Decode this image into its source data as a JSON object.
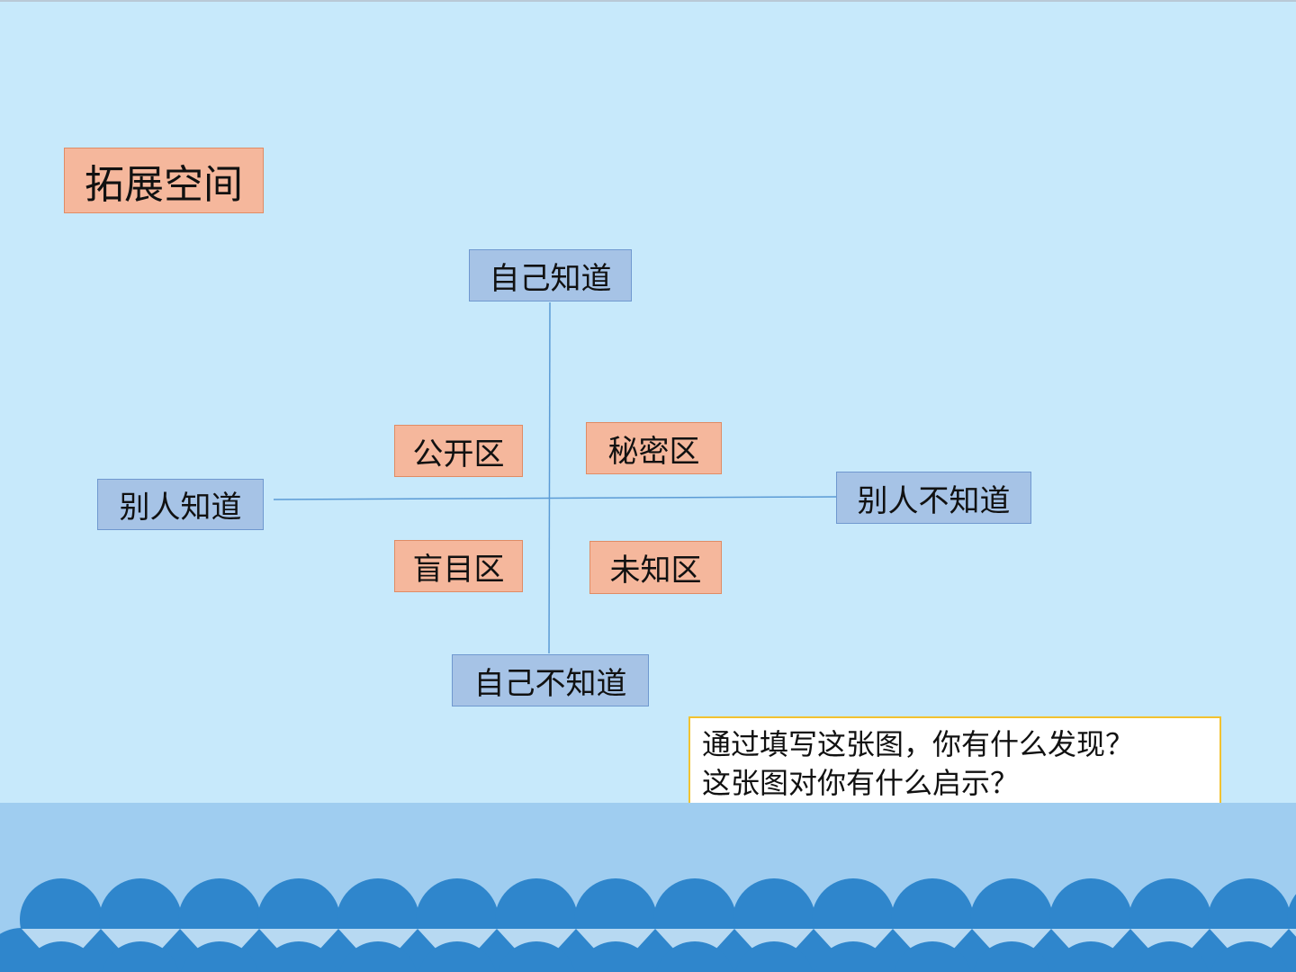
{
  "title": "拓展空间",
  "axis_labels": {
    "top": "自己知道",
    "bottom": "自己不知道",
    "left": "别人知道",
    "right": "别人不知道"
  },
  "zones": {
    "top_left": "公开区",
    "top_right": "秘密区",
    "bottom_left": "盲目区",
    "bottom_right": "未知区"
  },
  "question": {
    "line1": "通过填写这张图，你有什么发现？",
    "line2": "这张图对你有什么启示？"
  },
  "colors": {
    "background": "#c7e9fb",
    "axis_label_fill": "#a6c3e6",
    "zone_fill": "#f5b79c",
    "question_border": "#f2c230",
    "wave_color": "#2f86cc"
  }
}
